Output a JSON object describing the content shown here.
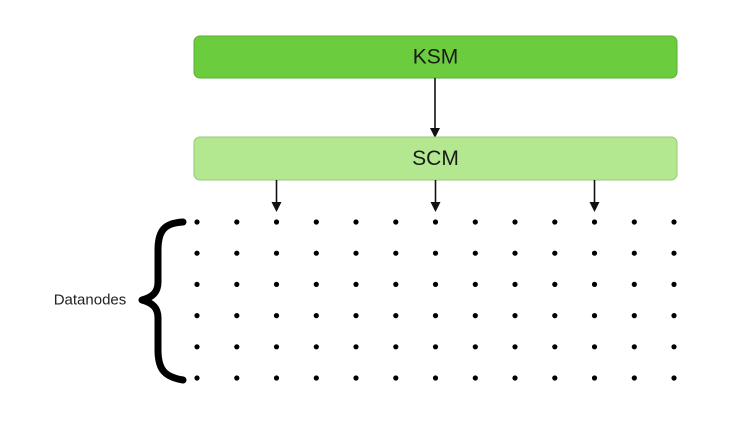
{
  "diagram": {
    "top_box": {
      "label": "KSM",
      "fill": "#6bcc3e",
      "stroke": "#5aae34"
    },
    "middle_box": {
      "label": "SCM",
      "fill": "#b4e890",
      "stroke": "#93c874"
    },
    "node_group": {
      "label": "Datanodes",
      "rows": 6,
      "columns": 13,
      "dot_color": "#000000"
    },
    "connections": [
      {
        "from": "KSM",
        "to": "SCM"
      },
      {
        "from": "SCM",
        "to": "Datanodes",
        "column": 3
      },
      {
        "from": "SCM",
        "to": "Datanodes",
        "column": 7
      },
      {
        "from": "SCM",
        "to": "Datanodes",
        "column": 11
      }
    ],
    "arrow_color": "#111111"
  }
}
